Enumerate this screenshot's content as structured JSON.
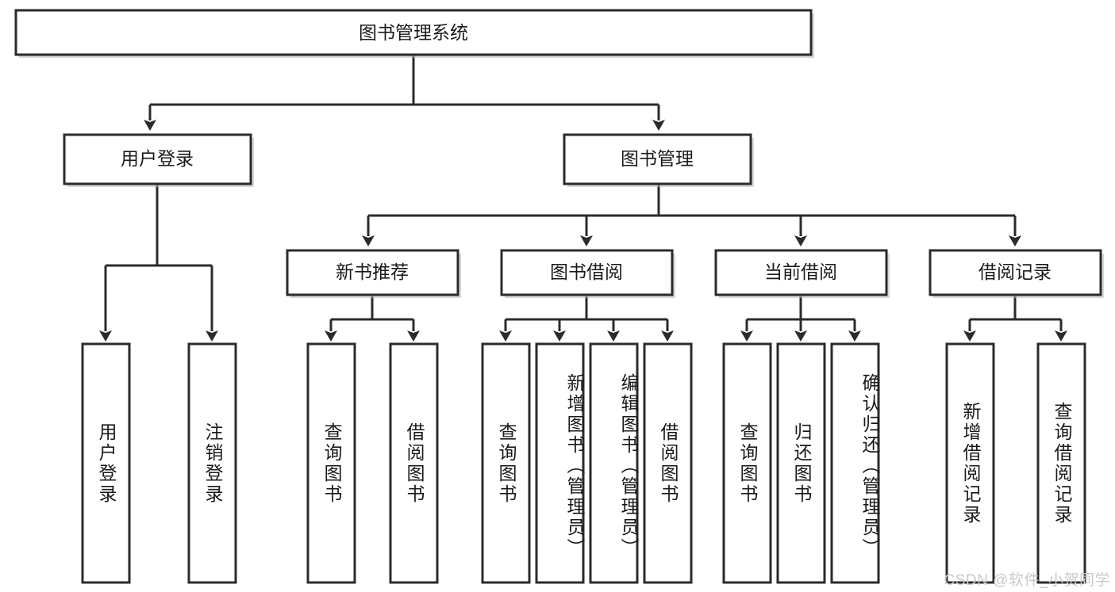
{
  "diagram": {
    "type": "tree",
    "title": "图书管理系统",
    "root": {
      "id": "root",
      "label": "图书管理系统",
      "orientation": "horizontal"
    },
    "level2": [
      {
        "id": "user-login",
        "label": "用户登录",
        "orientation": "horizontal"
      },
      {
        "id": "book-manage",
        "label": "图书管理",
        "orientation": "horizontal"
      }
    ],
    "level3": [
      {
        "id": "new-book-recommend",
        "label": "新书推荐",
        "orientation": "horizontal",
        "parent": "book-manage"
      },
      {
        "id": "book-borrow",
        "label": "图书借阅",
        "orientation": "horizontal",
        "parent": "book-manage"
      },
      {
        "id": "current-borrow",
        "label": "当前借阅",
        "orientation": "horizontal",
        "parent": "book-manage"
      },
      {
        "id": "borrow-record",
        "label": "借阅记录",
        "orientation": "horizontal",
        "parent": "book-manage"
      }
    ],
    "leaves": [
      {
        "id": "leaf-user-login",
        "label": "用户登录",
        "parent": "user-login",
        "orientation": "vertical"
      },
      {
        "id": "leaf-user-logout",
        "label": "注销登录",
        "parent": "user-login",
        "orientation": "vertical"
      },
      {
        "id": "leaf-query-book-1",
        "label": "查询图书",
        "parent": "new-book-recommend",
        "orientation": "vertical"
      },
      {
        "id": "leaf-borrow-book-1",
        "label": "借阅图书",
        "parent": "new-book-recommend",
        "orientation": "vertical"
      },
      {
        "id": "leaf-query-book-2",
        "label": "查询图书",
        "parent": "book-borrow",
        "orientation": "vertical"
      },
      {
        "id": "leaf-add-book",
        "label": "新增图书（管理员）",
        "parent": "book-borrow",
        "orientation": "vertical"
      },
      {
        "id": "leaf-edit-book",
        "label": "编辑图书（管理员）",
        "parent": "book-borrow",
        "orientation": "vertical"
      },
      {
        "id": "leaf-borrow-book-2",
        "label": "借阅图书",
        "parent": "book-borrow",
        "orientation": "vertical"
      },
      {
        "id": "leaf-query-book-3",
        "label": "查询图书",
        "parent": "current-borrow",
        "orientation": "vertical"
      },
      {
        "id": "leaf-return-book",
        "label": "归还图书",
        "parent": "current-borrow",
        "orientation": "vertical"
      },
      {
        "id": "leaf-confirm-return",
        "label": "确认归还（管理员）",
        "parent": "current-borrow",
        "orientation": "vertical"
      },
      {
        "id": "leaf-add-record",
        "label": "新增借阅记录",
        "parent": "borrow-record",
        "orientation": "vertical"
      },
      {
        "id": "leaf-query-record",
        "label": "查询借阅记录",
        "parent": "borrow-record",
        "orientation": "vertical"
      }
    ],
    "colors": {
      "stroke": "#2b2b2b",
      "fill": "#ffffff",
      "text": "#1a1a1a",
      "shadow": "#b8b8b8",
      "watermark": "#c9c9c9"
    }
  },
  "watermark": {
    "text": "CSDN @软件_小贺同学"
  }
}
